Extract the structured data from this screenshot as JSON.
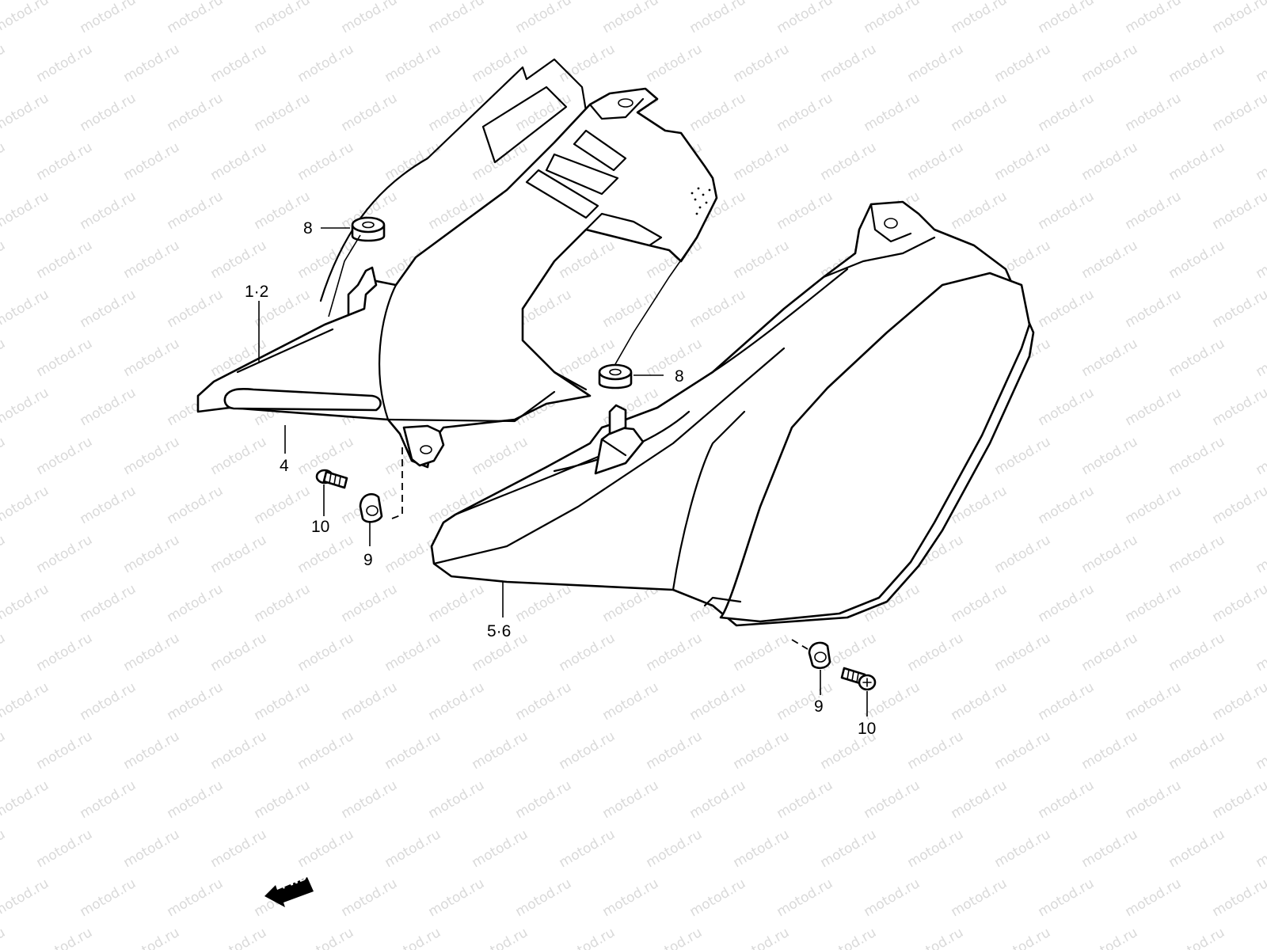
{
  "watermark": {
    "text": "motod.ru",
    "color": "#d9d9d9"
  },
  "callouts": [
    {
      "id": "c-1-2",
      "label": "1·2"
    },
    {
      "id": "c-4",
      "label": "4"
    },
    {
      "id": "c-8-top",
      "label": "8"
    },
    {
      "id": "c-8-mid",
      "label": "8"
    },
    {
      "id": "c-10-left",
      "label": "10"
    },
    {
      "id": "c-9-left",
      "label": "9"
    },
    {
      "id": "c-5-6",
      "label": "5·6"
    },
    {
      "id": "c-9-right",
      "label": "9"
    },
    {
      "id": "c-10-right",
      "label": "10"
    }
  ],
  "direction_badge": {
    "label": "FWD",
    "icon": "fwd-arrow-icon"
  }
}
